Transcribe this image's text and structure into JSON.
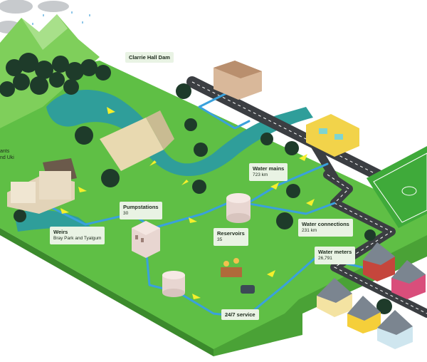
{
  "labels": {
    "dam": {
      "title": "Clarrie Hall Dam",
      "value": ""
    },
    "mains": {
      "title": "Water mains",
      "value": "723 km"
    },
    "pumps": {
      "title": "Pumpstations",
      "value": "30"
    },
    "connections": {
      "title": "Water connections",
      "value": "231 km"
    },
    "reservoirs": {
      "title": "Reservoirs",
      "value": "35"
    },
    "weirs": {
      "title": "Weirs",
      "value": "Bray Park and Tyalgum"
    },
    "meters": {
      "title": "Water meters",
      "value": "26,791"
    },
    "service": {
      "title": "24/7 service",
      "value": ""
    }
  },
  "cut_off_text": {
    "line1": "ants",
    "line2": "nd Uki"
  },
  "colors": {
    "grass": "#5fbf45",
    "grass_light": "#8fd86f",
    "water": "#2f9e9a",
    "pipe": "#3aa1dc",
    "road": "#3b3e42",
    "arrow": "#f4ef2c",
    "label_bg": "#e9f3e4"
  }
}
